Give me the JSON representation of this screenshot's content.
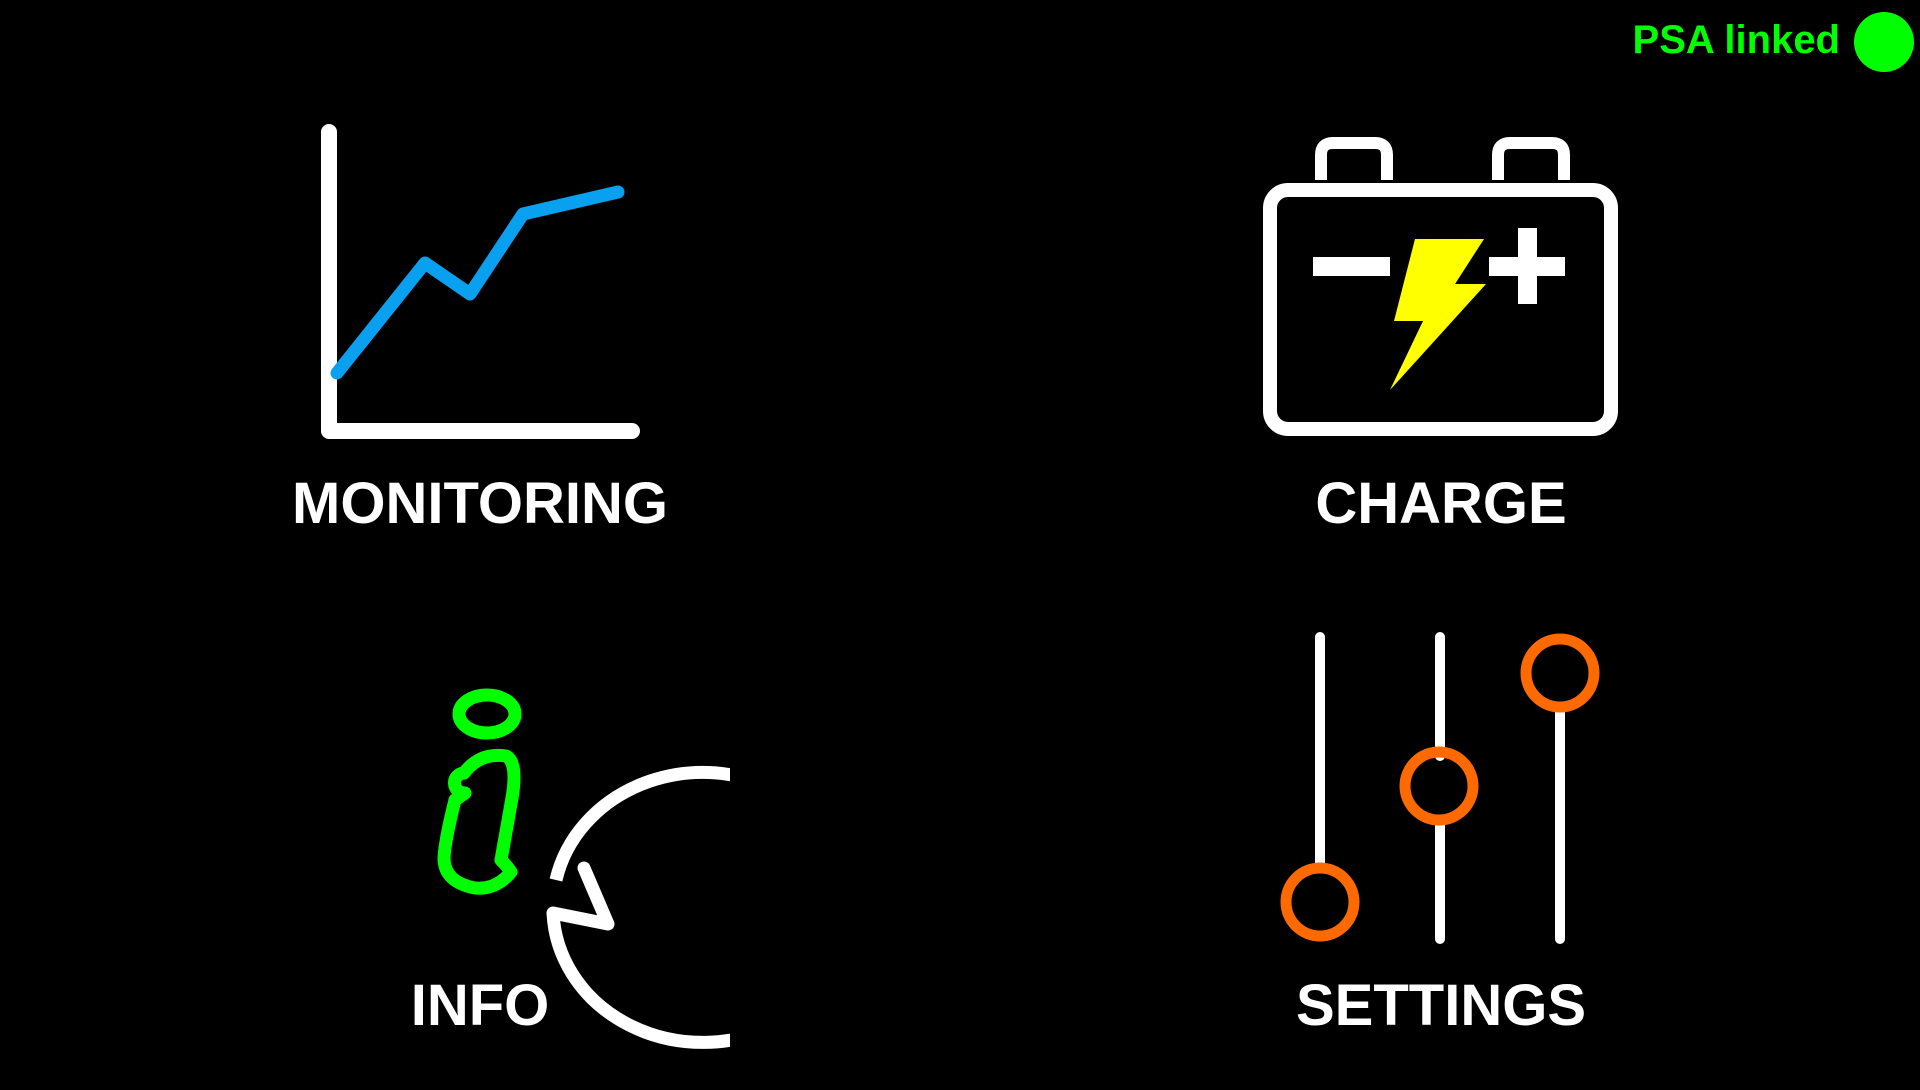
{
  "status": {
    "label": "PSA linked",
    "color": "#00ff00",
    "state": "linked"
  },
  "menu": [
    {
      "id": "monitoring",
      "label": "MONITORING",
      "icon": "line-chart-icon"
    },
    {
      "id": "charge",
      "label": "CHARGE",
      "icon": "battery-icon"
    },
    {
      "id": "info",
      "label": "INFO",
      "icon": "info-bubble-icon"
    },
    {
      "id": "settings",
      "label": "SETTINGS",
      "icon": "sliders-icon"
    }
  ],
  "colors": {
    "chart_line": "#0aa0f0",
    "bolt": "#ffff00",
    "info": "#00ff00",
    "knob": "#ff6a00"
  }
}
